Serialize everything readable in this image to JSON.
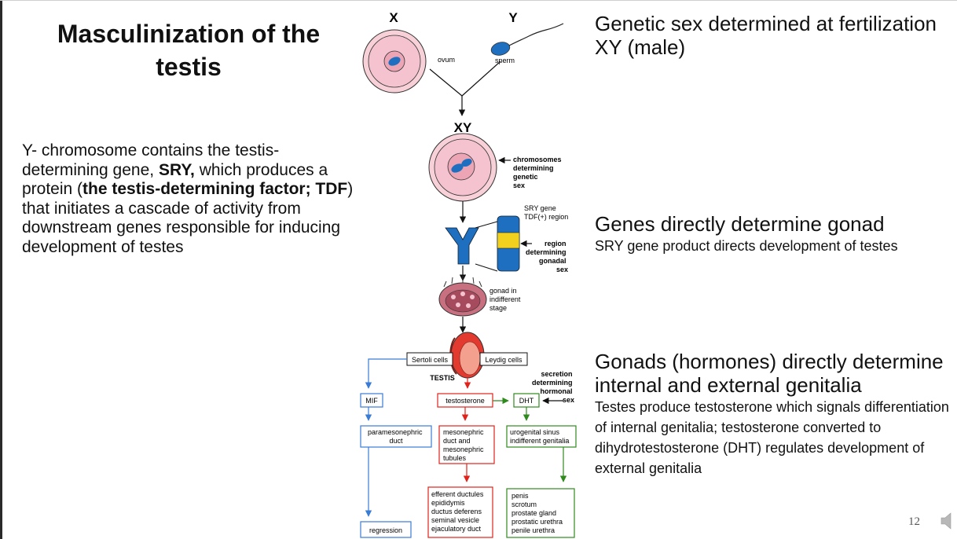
{
  "title": "Masculinization of the testis",
  "left_text": {
    "p1": "Y- chromosome contains the testis-determining gene, ",
    "b1": "SRY,",
    "p2": " which produces a protein (",
    "b2": "the testis-determining factor; TDF",
    "p3": ") that initiates a cascade of activity from downstream genes responsible for inducing development of testes"
  },
  "right": {
    "block1": {
      "heading": "Genetic sex determined at fertilization XY (male)"
    },
    "block2": {
      "heading": "Genes directly determine gonad",
      "sub": "SRY gene product directs development of testes"
    },
    "block3": {
      "heading": "Gonads (hormones) directly determine internal and external genitalia",
      "sub": "Testes produce testosterone which signals differentiation of internal genitalia; testosterone converted to dihydrotestosterone (DHT) regulates development of external genitalia"
    }
  },
  "diagram": {
    "x_label": "X",
    "y_label": "Y",
    "ovum": "ovum",
    "sperm": "sperm",
    "xy_label": "XY",
    "chromosomes_note": [
      "chromosomes",
      "determining",
      "genetic",
      "sex"
    ],
    "sry_note": [
      "SRY gene",
      "TDF(+) region"
    ],
    "region_note": [
      "region",
      "determining",
      "gonadal",
      "sex"
    ],
    "gonad_note": [
      "gonad in",
      "indifferent",
      "stage"
    ],
    "sertoli": "Sertoli cells",
    "leydig": "Leydig cells",
    "testis": "TESTIS",
    "secretion_note": [
      "secretion",
      "determining",
      "hormonal",
      "sex"
    ],
    "mif": "MIF",
    "testosterone": "testosterone",
    "dht": "DHT",
    "paramesonephric": [
      "paramesonephric",
      "duct"
    ],
    "mesonephric": [
      "mesonephric",
      "duct and",
      "mesonephric",
      "tubules"
    ],
    "urogenital": [
      "urogenital sinus",
      "indifferent genitalia"
    ],
    "efferent": [
      "efferent ductules",
      "epididymis",
      "ductus deferens",
      "seminal vesicle",
      "ejaculatory duct"
    ],
    "penis": [
      "penis",
      "scrotum",
      "prostate gland",
      "prostatic urethra",
      "penile urethra"
    ],
    "regression": "regression",
    "colors": {
      "blue": "#3a7bd5",
      "red": "#e0221b",
      "green": "#2f8a1e",
      "yellow": "#f2d11e",
      "chrom_blue": "#1f6fc0",
      "cell_pink": "#f4c3cf"
    }
  },
  "slide_number": "12"
}
